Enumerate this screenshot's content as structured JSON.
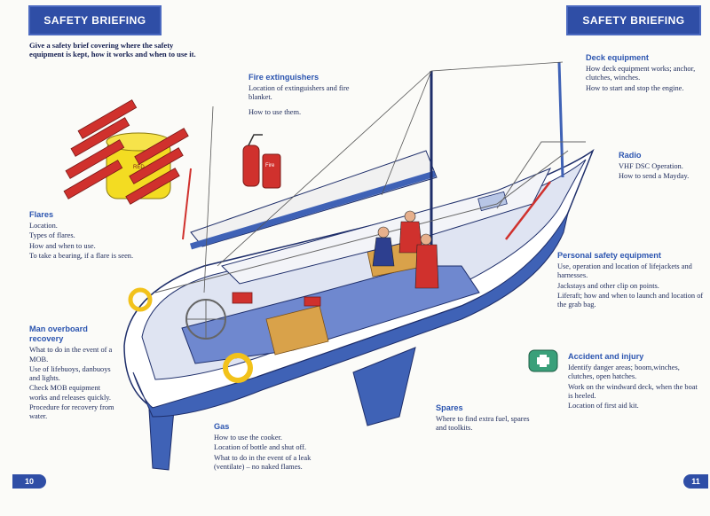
{
  "left_page": {
    "banner": "SAFETY BRIEFING",
    "intro": "Give a safety brief covering where the safety equipment is kept, how it works and when to use it.",
    "page_number": "10",
    "sections": {
      "flares": {
        "title": "Flares",
        "lines": [
          "Location.",
          "Types of flares.",
          "How and when to use.",
          "To take a bearing, if a flare is seen."
        ]
      },
      "mob": {
        "title": "Man overboard recovery",
        "lines": [
          "What to do in the event of a MOB.",
          "Use of lifebuoys, danbuoys and lights.",
          "Check MOB equipment works and releases quickly.",
          "Procedure for recovery from water."
        ]
      },
      "fire": {
        "title": "Fire extinguishers",
        "lines": [
          "Location of extinguishers and fire blanket.",
          "How to use them."
        ]
      },
      "gas": {
        "title": "Gas",
        "lines": [
          "How to use the cooker.",
          "Location of bottle and shut off.",
          "What to do in the event of a leak (ventilate) – no naked flames."
        ]
      }
    }
  },
  "right_page": {
    "banner": "SAFETY BRIEFING",
    "page_number": "11",
    "sections": {
      "deck": {
        "title": "Deck equipment",
        "lines": [
          "How deck equipment works; anchor, clutches, winches.",
          "How to start and stop the engine."
        ]
      },
      "radio": {
        "title": "Radio",
        "lines": [
          "VHF DSC Operation.",
          "How to send a Mayday."
        ]
      },
      "personal": {
        "title": "Personal safety equipment",
        "lines": [
          "Use, operation and location of lifejackets and harnesses.",
          "Jackstays and other clip on points.",
          "Liferaft; how and when to launch and location of the grab bag."
        ]
      },
      "accident": {
        "title": "Accident and injury",
        "lines": [
          "Identify danger areas; boom,winches, clutches, open hatches.",
          "Work on the windward deck, when the boat is heeled.",
          "Location of first aid kit."
        ]
      },
      "spares": {
        "title": "Spares",
        "lines": [
          "Where to find extra fuel, spares and toolkits."
        ]
      }
    }
  },
  "illustration": {
    "flare_label": "RED",
    "extinguisher_label": "Fire"
  }
}
